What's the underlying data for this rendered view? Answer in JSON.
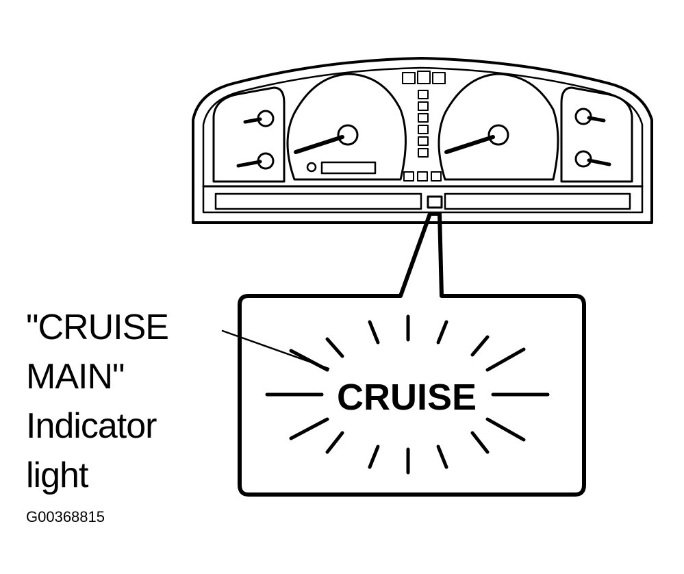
{
  "callout": {
    "line1": "\"CRUISE",
    "line2": "MAIN\"",
    "line3": "Indicator",
    "line4": "light"
  },
  "indicator_text": "CRUISE",
  "figure_id": "G00368815",
  "icons": [
    "instrument-cluster-icon",
    "gauge-icon",
    "indicator-lamp-icon",
    "light-burst-icon"
  ],
  "colors": {
    "ink": "#000000",
    "paper": "#ffffff"
  }
}
